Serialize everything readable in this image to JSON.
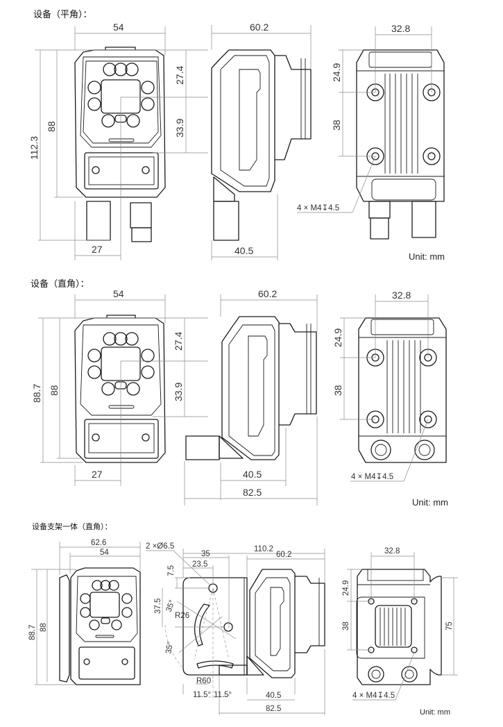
{
  "sections": [
    {
      "title": "设备（平角）：",
      "front": {
        "width": "54",
        "total_height": "112.3",
        "body_height": "88",
        "center_offset": "27",
        "top_to_center": "27.4",
        "center_to_bottom": "33.9"
      },
      "side": {
        "depth": "60.2",
        "base_depth": "40.5"
      },
      "back": {
        "hole_spacing_x": "32.8",
        "top_to_hole": "24.9",
        "hole_spacing_y": "38",
        "thread_note": "4 × M4↧4.5"
      },
      "unit": "Unit: mm"
    },
    {
      "title": "设备（直角）：",
      "front": {
        "width": "54",
        "total_height": "88.7",
        "body_height": "88",
        "center_offset": "27",
        "top_to_center": "27.4",
        "center_to_bottom": "33.9"
      },
      "side": {
        "depth": "60.2",
        "base_depth": "40.5",
        "total_depth": "82.5"
      },
      "back": {
        "hole_spacing_x": "32.8",
        "top_to_hole": "24.9",
        "hole_spacing_y": "38",
        "thread_note": "4 × M4↧4.5"
      },
      "unit": "Unit: mm"
    },
    {
      "title": "设备支架一体（直角）：",
      "front": {
        "bracket_width": "62.6",
        "width": "54",
        "total_height": "88.7",
        "body_height": "88"
      },
      "side": {
        "holes_note": "2 ×Ø6.5",
        "overall_depth": "110.2",
        "bracket_35": "35",
        "bracket_23_5": "23.5",
        "depth": "60.2",
        "top_7_5": "7.5",
        "hole_37_5": "37.5",
        "angle_35_a": "35°",
        "radius_26": "R26",
        "angle_35_b": "35°",
        "radius_60": "R60",
        "angle_11_5_left": "11.5°",
        "angle_11_5_right": "11.5°",
        "base_depth": "40.5",
        "total_depth": "82.5"
      },
      "back": {
        "hole_spacing_x": "32.8",
        "top_to_hole": "24.9",
        "hole_spacing_y": "38",
        "bracket_height": "75",
        "thread_note": "4 × M4↧4.5"
      },
      "unit": "Unit: mm"
    }
  ]
}
